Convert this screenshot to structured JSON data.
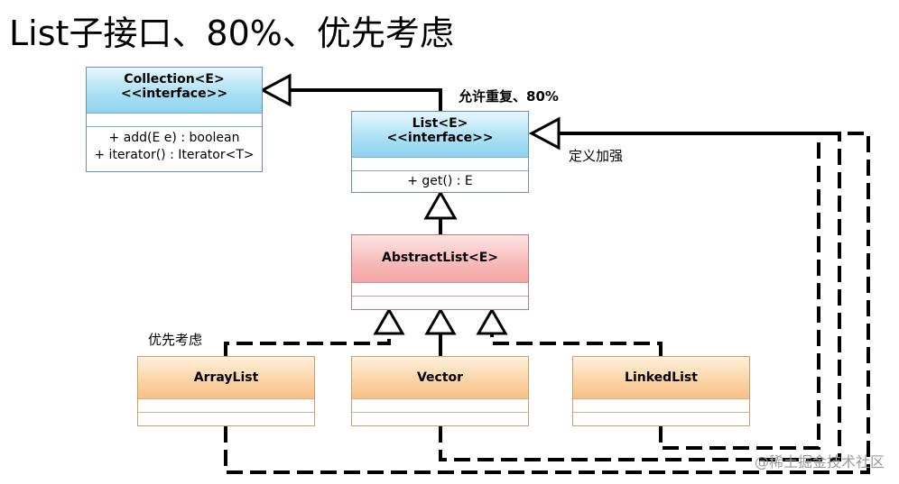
{
  "title": "List子接口、80%、优先考虑",
  "classes": {
    "collection": {
      "name": "Collection<E>",
      "stereotype": "<<interface>>",
      "methods": [
        "+ add(E e) : boolean",
        "+ iterator() : Iterator<T>"
      ]
    },
    "list": {
      "name": "List<E>",
      "stereotype": "<<interface>>",
      "methods": [
        "+ get() : E"
      ]
    },
    "abstract_list": {
      "name": "AbstractList<E>"
    },
    "array_list": {
      "name": "ArrayList"
    },
    "vector": {
      "name": "Vector"
    },
    "linked_list": {
      "name": "LinkedList"
    }
  },
  "notes": {
    "list_note": "允许重复、80%",
    "define_note": "定义加强",
    "prefer_note": "优先考虑"
  },
  "watermark": "@稀土掘金技术社区",
  "colors": {
    "interface": "#a9dff4",
    "abstract": "#f7b9b9",
    "concrete": "#fbd3a3"
  }
}
